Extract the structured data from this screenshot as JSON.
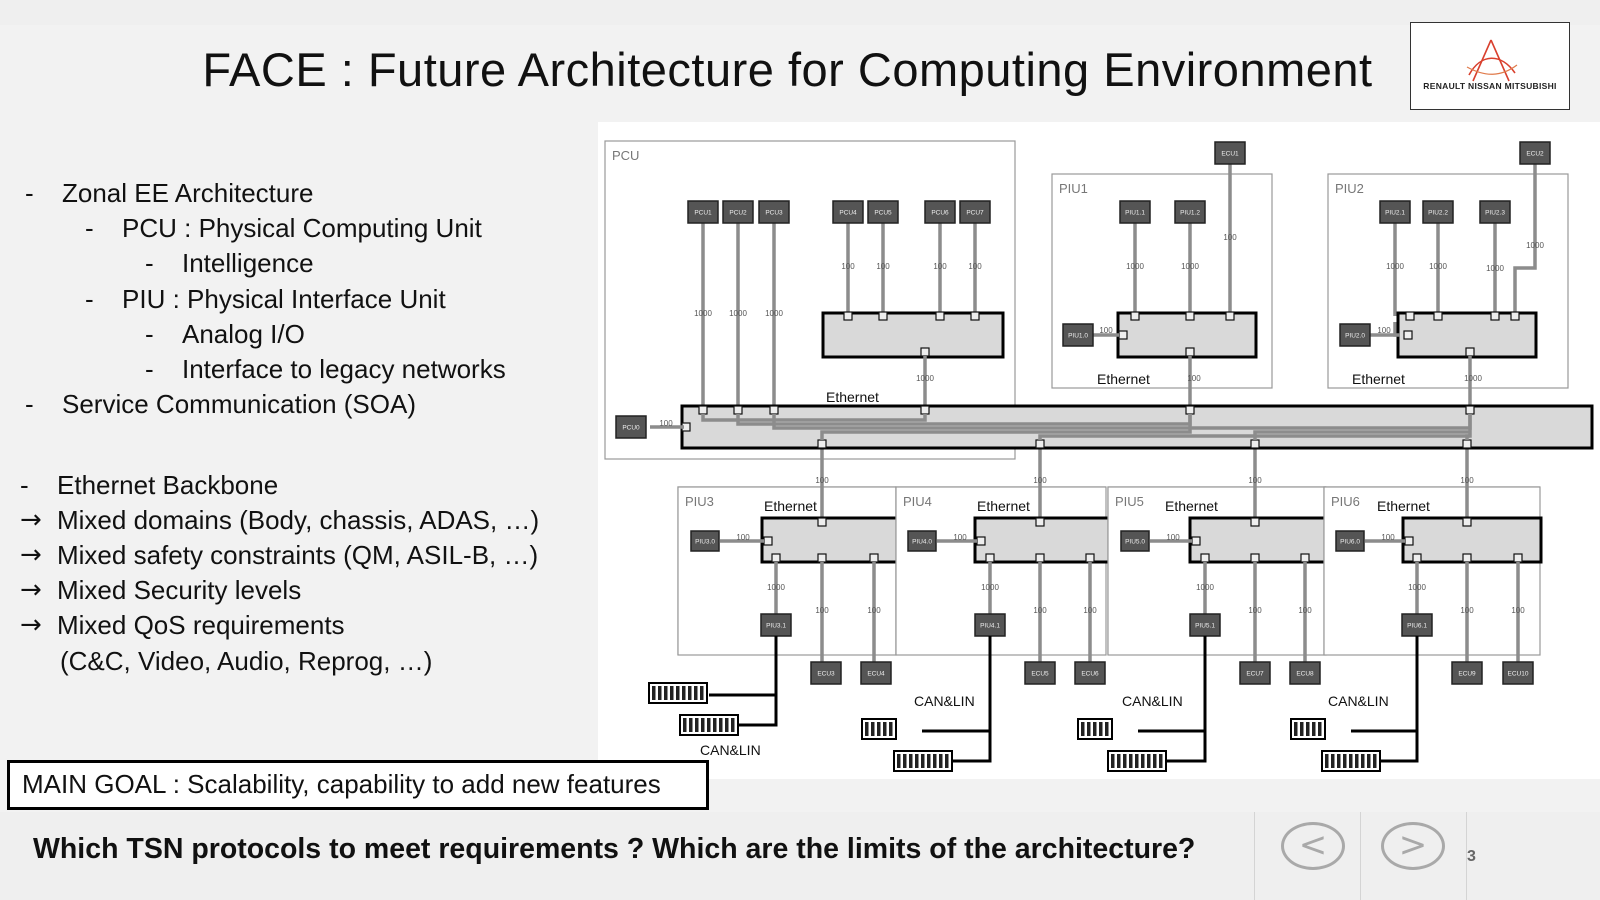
{
  "slide": {
    "title": "FACE : Future  Architecture for Computing Environment",
    "logo": {
      "text": "RENAULT NISSAN MITSUBISHI",
      "accent_color": "#d9402e"
    },
    "page_number": "3"
  },
  "bullets": {
    "zonal": [
      {
        "level": 0,
        "text": "Zonal EE Architecture"
      },
      {
        "level": 1,
        "text": "PCU : Physical Computing Unit"
      },
      {
        "level": 2,
        "text": "Intelligence"
      },
      {
        "level": 1,
        "text": "PIU : Physical Interface Unit"
      },
      {
        "level": 2,
        "text": "Analog I/O"
      },
      {
        "level": 2,
        "text": "Interface to legacy networks"
      },
      {
        "level": 0,
        "text": "Service Communication (SOA)"
      }
    ],
    "ethernet_title": "Ethernet Backbone",
    "arrow_items": [
      "Mixed domains (Body, chassis, ADAS, …)",
      "Mixed safety constraints (QM, ASIL-B, …)",
      "Mixed Security levels",
      "Mixed QoS requirements"
    ],
    "qos_detail": "(C&C, Video, Audio, Reprog, …)"
  },
  "main_goal": "MAIN GOAL : Scalability, capability to add new features",
  "question": "Which TSN protocols to meet requirements ? Which are the limits of the architecture?",
  "nav": {
    "prev_icon": "chevron-left-icon",
    "next_icon": "chevron-right-icon",
    "prev_glyph": "<",
    "next_glyph": ">"
  },
  "diagram": {
    "pcu": {
      "label": "PCU",
      "ethernet_label": "Ethernet",
      "ecus": [
        "PCU1",
        "PCU2",
        "PCU3",
        "PCU4",
        "PCU5",
        "PCU6",
        "PCU7"
      ],
      "local_ecu": "PCU0"
    },
    "piu_top": [
      {
        "label": "PIU1",
        "ethernet_label": "Ethernet",
        "ecus": [
          "PIU1.1",
          "PIU1.2"
        ],
        "local_ecu": "PIU1.0",
        "external_ecu": "ECU1"
      },
      {
        "label": "PIU2",
        "ethernet_label": "Ethernet",
        "ecus": [
          "PIU2.1",
          "PIU2.2",
          "PIU2.3"
        ],
        "local_ecu": "PIU2.0",
        "external_ecu": "ECU2"
      }
    ],
    "piu_bottom": [
      {
        "label": "PIU3",
        "ethernet_label": "Ethernet",
        "local_ecu": "PIU3.0",
        "gateway": "PIU3.1",
        "ecus": [
          "ECU3",
          "ECU4"
        ],
        "bus_label": "CAN&LIN"
      },
      {
        "label": "PIU4",
        "ethernet_label": "Ethernet",
        "local_ecu": "PIU4.0",
        "gateway": "PIU4.1",
        "ecus": [
          "ECU5",
          "ECU6"
        ],
        "bus_label": "CAN&LIN"
      },
      {
        "label": "PIU5",
        "ethernet_label": "Ethernet",
        "local_ecu": "PIU5.0",
        "gateway": "PIU5.1",
        "ecus": [
          "ECU7",
          "ECU8"
        ],
        "bus_label": "CAN&LIN"
      },
      {
        "label": "PIU6",
        "ethernet_label": "Ethernet",
        "local_ecu": "PIU6.0",
        "gateway": "PIU6.1",
        "ecus": [
          "ECU9",
          "ECU10"
        ],
        "bus_label": "CAN&LIN"
      }
    ],
    "link_speeds": [
      "100",
      "1000"
    ],
    "colors": {
      "box_fill": "#555555",
      "link": "#8c8c8c",
      "switch_fill": "#d9d9d9"
    }
  }
}
